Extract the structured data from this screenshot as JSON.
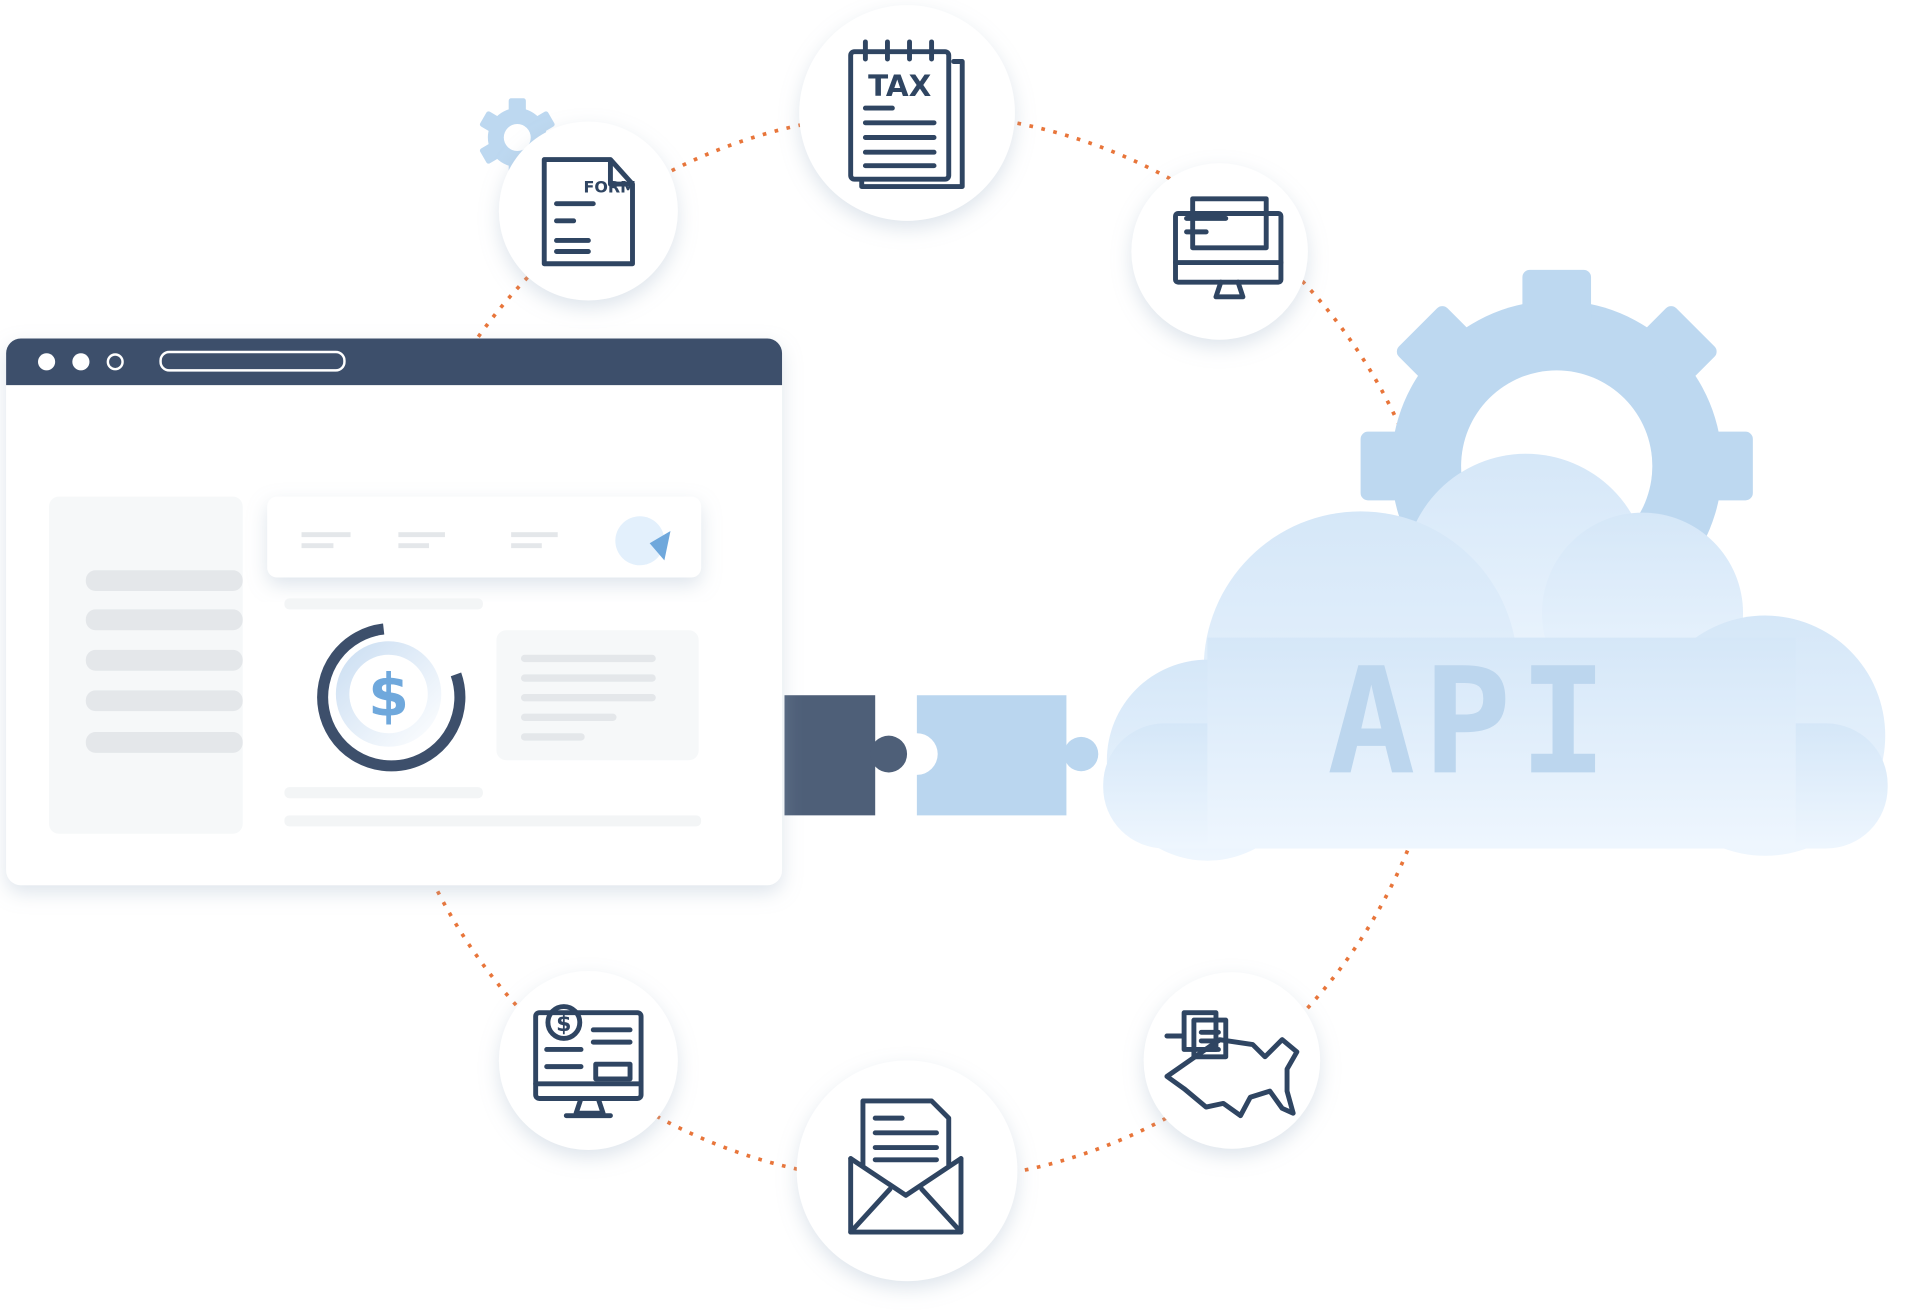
{
  "nodes": {
    "form": {
      "label": "FORM",
      "icon": "form-document-icon"
    },
    "tax": {
      "label": "TAX",
      "icon": "tax-notepad-icon"
    },
    "desktop": {
      "icon": "desktop-document-icon"
    },
    "payroll": {
      "label": "$",
      "icon": "payroll-monitor-icon"
    },
    "mail": {
      "icon": "envelope-letter-icon"
    },
    "usa": {
      "icon": "us-map-document-icon"
    }
  },
  "browser": {
    "dollar": "$"
  },
  "cloud": {
    "label": "API"
  },
  "colors": {
    "navy": "#3d4f6b",
    "icon_stroke": "#2f4562",
    "light_blue": "#bdd8f0",
    "cloud": "#e3f0fc",
    "dotted_orange": "#e8753a",
    "dollar_blue": "#6fa8dc"
  }
}
